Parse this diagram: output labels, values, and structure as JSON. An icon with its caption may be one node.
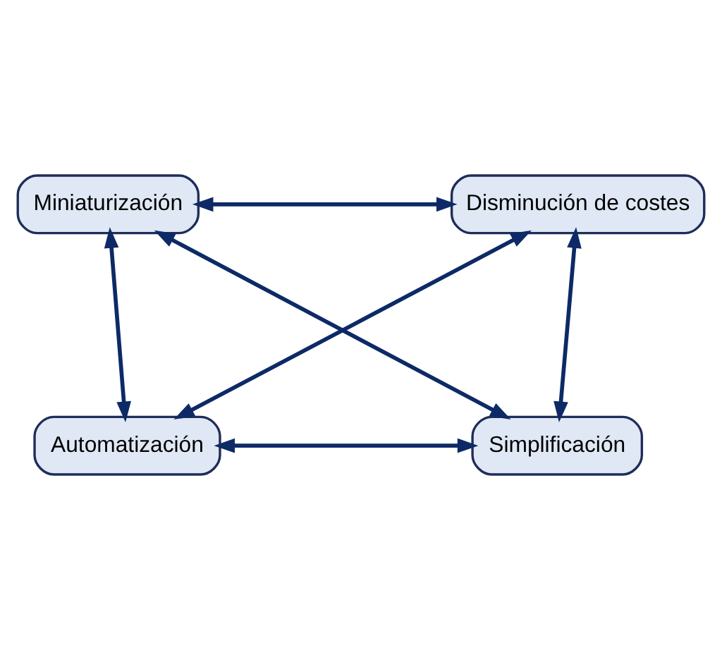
{
  "diagram": {
    "nodes": [
      {
        "text": [
          "Miniaturización"
        ]
      },
      {
        "text": [
          "Disminución de costes"
        ]
      },
      {
        "text": [
          "Automatización"
        ]
      },
      {
        "text": [
          "Simplificación"
        ]
      }
    ],
    "edges": [
      {
        "from": 0,
        "to": 1,
        "arrow": "both"
      },
      {
        "from": 0,
        "to": 2,
        "arrow": "both"
      },
      {
        "from": 1,
        "to": 3,
        "arrow": "both"
      },
      {
        "from": 0,
        "to": 3,
        "arrow": "both"
      },
      {
        "from": 1,
        "to": 2,
        "arrow": "both"
      },
      {
        "from": 2,
        "to": 3,
        "arrow": "both"
      }
    ]
  }
}
